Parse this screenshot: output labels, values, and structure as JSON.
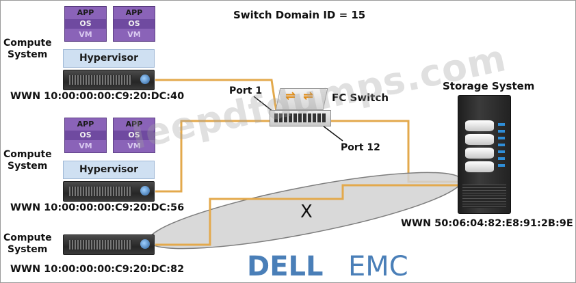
{
  "title": "Switch Domain ID = 15",
  "vm_stack": {
    "app": "APP",
    "os": "OS",
    "vm": "VM"
  },
  "hypervisor_label": "Hypervisor",
  "compute_systems": [
    {
      "label_line1": "Compute",
      "label_line2": "System",
      "wwn": "WWN 10:00:00:00:C9:20:DC:40"
    },
    {
      "label_line1": "Compute",
      "label_line2": "System",
      "wwn": "WWN 10:00:00:00:C9:20:DC:56"
    },
    {
      "label_line1": "Compute",
      "label_line2": "System",
      "wwn": "WWN 10:00:00:00:C9:20:DC:82"
    }
  ],
  "fc_switch": {
    "label": "FC Switch",
    "port_a": "Port 1",
    "port_b": "Port 12"
  },
  "storage": {
    "label": "Storage System",
    "wwn": "WWN 50:06:04:82:E8:91:2B:9E"
  },
  "zone_mark": "X",
  "watermark": "leepdfdumps.com",
  "logo": {
    "dell": "DELL",
    "emc": "EMC"
  },
  "colors": {
    "cable": "#e3a94c",
    "vm": "#8a63b8",
    "hypervisor": "#cfe0f2",
    "logo": "#4a7fb8"
  }
}
